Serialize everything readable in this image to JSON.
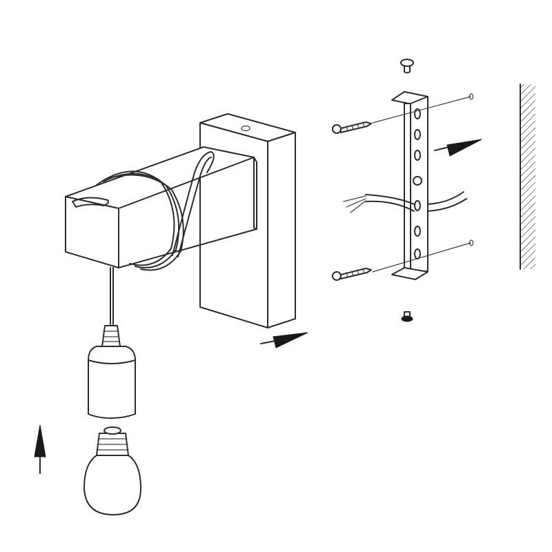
{
  "diagram": {
    "parts": [
      "lamp-head",
      "wall-base-block",
      "mounting-bracket",
      "wall-screws",
      "bracket-set-screws",
      "supply-cable",
      "lamp-socket",
      "light-bulb",
      "wall-surface"
    ],
    "arrows": [
      "arrow-bracket-to-wall",
      "arrow-lamp-to-bracket",
      "arrow-bulb-into-socket"
    ],
    "colors": {
      "line": "#2b2b2b",
      "background": "#ffffff",
      "arrow": "#1a1a1a"
    },
    "icons": [
      "arrow-icon",
      "screw-icon",
      "bulb-icon"
    ]
  }
}
